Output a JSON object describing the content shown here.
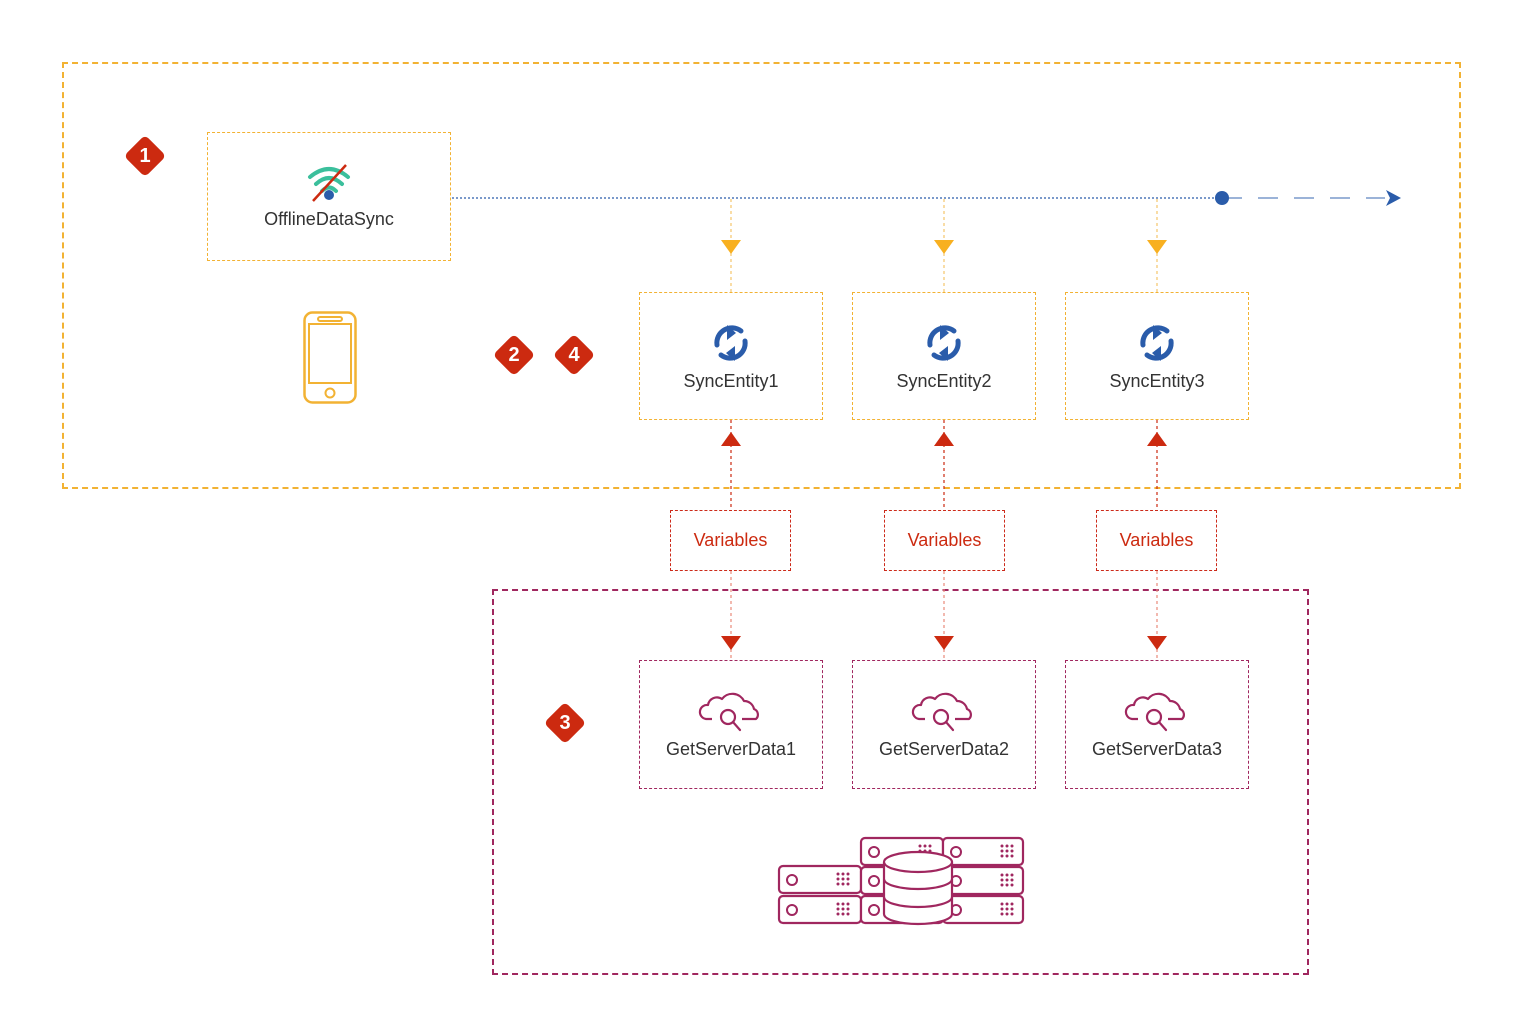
{
  "colors": {
    "device_border": "#f2b233",
    "server_border": "#a0275f",
    "badge": "#cc2a10",
    "sync_icon": "#2a5caa",
    "wifi": "#3bbf9c",
    "variables": "#cc2a10",
    "timeline": "#2a5caa"
  },
  "badges": [
    {
      "id": "1",
      "label": "1"
    },
    {
      "id": "2",
      "label": "2"
    },
    {
      "id": "3",
      "label": "3"
    },
    {
      "id": "4",
      "label": "4"
    }
  ],
  "offline_node": {
    "label": "OfflineDataSync",
    "icon": "wifi-off-icon"
  },
  "device_icon": "smartphone-icon",
  "sync_entities": [
    {
      "label": "SyncEntity1",
      "icon": "sync-icon"
    },
    {
      "label": "SyncEntity2",
      "icon": "sync-icon"
    },
    {
      "label": "SyncEntity3",
      "icon": "sync-icon"
    }
  ],
  "variables": [
    {
      "label": "Variables"
    },
    {
      "label": "Variables"
    },
    {
      "label": "Variables"
    }
  ],
  "server_actions": [
    {
      "label": "GetServerData1",
      "icon": "cloud-search-icon"
    },
    {
      "label": "GetServerData2",
      "icon": "cloud-search-icon"
    },
    {
      "label": "GetServerData3",
      "icon": "cloud-search-icon"
    }
  ],
  "server_icon": "database-servers-icon"
}
